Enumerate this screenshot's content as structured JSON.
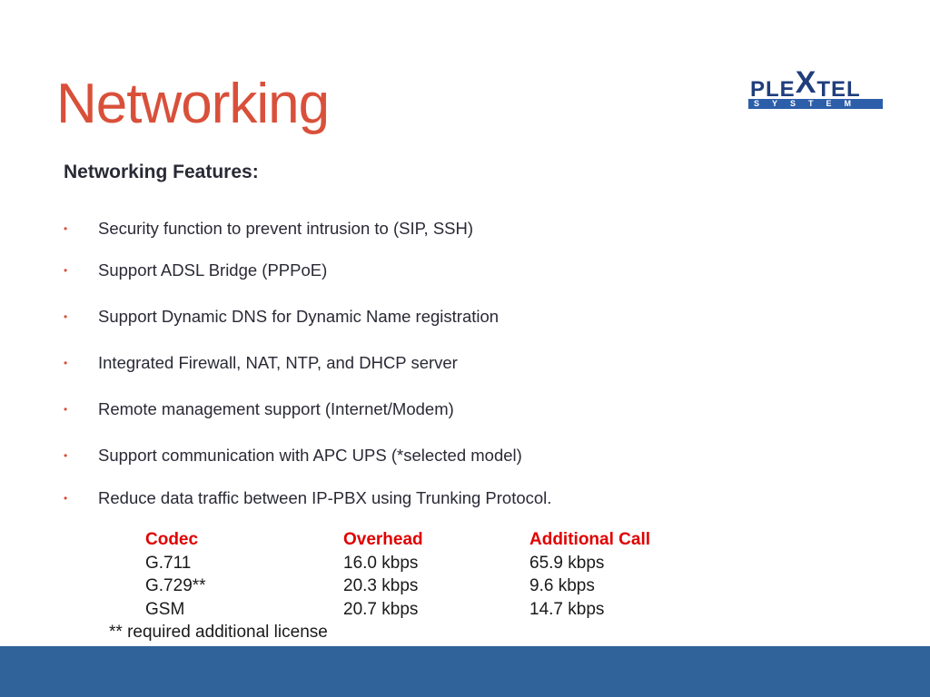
{
  "slide": {
    "title": "Networking",
    "subtitle": "Networking Features:"
  },
  "logo": {
    "text_left": "PLE",
    "text_x": "X",
    "text_right": "TEL",
    "tagline": "SYSTEM"
  },
  "bullets": [
    "Security function to prevent intrusion to (SIP, SSH)",
    "Support ADSL Bridge (PPPoE)",
    "Support Dynamic DNS for Dynamic Name registration",
    "Integrated Firewall, NAT, NTP, and DHCP server",
    "Remote management support (Internet/Modem)",
    "Support communication with APC UPS (*selected model)",
    "Reduce data traffic between IP-PBX using Trunking Protocol."
  ],
  "bullet_marker": "•",
  "codec_table": {
    "headers": [
      "Codec",
      "Overhead",
      "Additional Call"
    ],
    "rows": [
      [
        "G.711",
        "16.0 kbps",
        "65.9 kbps"
      ],
      [
        "G.729**",
        "20.3 kbps",
        "9.6 kbps"
      ],
      [
        "GSM",
        "20.7 kbps",
        "14.7 kbps"
      ]
    ],
    "footnote": "** required additional license"
  },
  "colors": {
    "title": "#d9503a",
    "bullet_marker": "#d9503a",
    "table_header": "#e00000",
    "footer_bar": "#2f6399",
    "logo_text": "#1f3e7c",
    "logo_bar": "#2c5eaa"
  }
}
